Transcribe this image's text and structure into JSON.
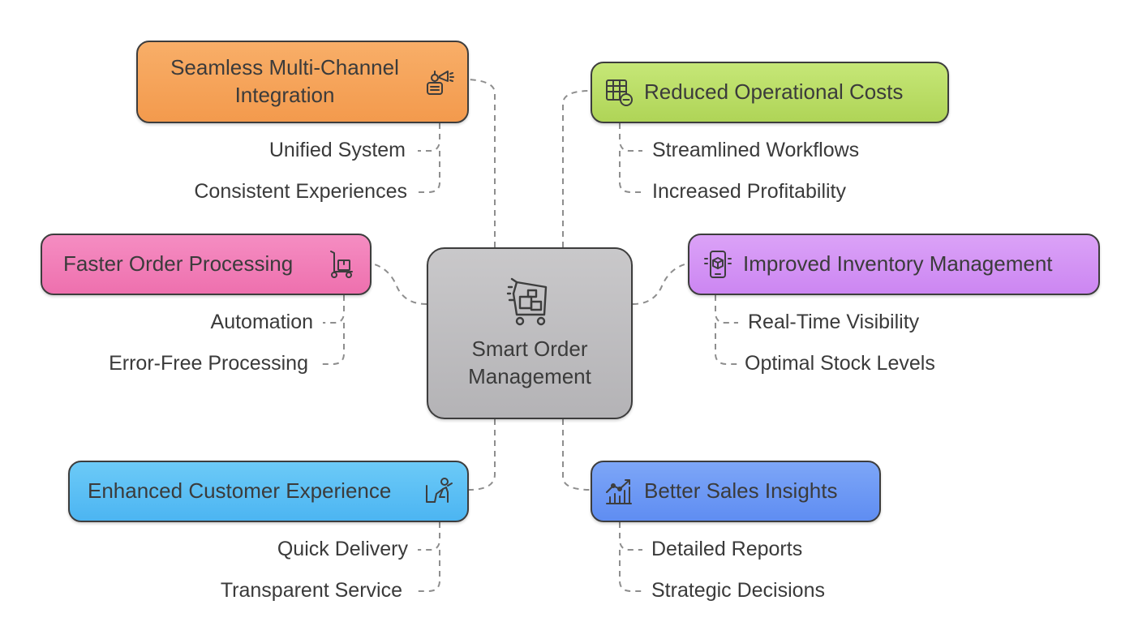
{
  "center": {
    "label_line1": "Smart Order",
    "label_line2": "Management",
    "icon": "shopping-cart-icon"
  },
  "branches": {
    "multichannel": {
      "label_line1": "Seamless Multi-Channel",
      "label_line2": "Integration",
      "icon": "robot-megaphone-icon",
      "color": "#f5a25a",
      "items": [
        "Unified System",
        "Consistent Experiences"
      ]
    },
    "costs": {
      "label": "Reduced Operational Costs",
      "icon": "table-minus-icon",
      "color": "#bde06a",
      "items": [
        "Streamlined Workflows",
        "Increased Profitability"
      ]
    },
    "processing": {
      "label": "Faster Order Processing",
      "icon": "hand-truck-icon",
      "color": "#f27fb8",
      "items": [
        "Automation",
        "Error-Free Processing"
      ]
    },
    "inventory": {
      "label": "Improved Inventory Management",
      "icon": "phone-box-icon",
      "color": "#d494f5",
      "items": [
        "Real-Time Visibility",
        "Optimal Stock Levels"
      ]
    },
    "customer": {
      "label": "Enhanced Customer Experience",
      "icon": "person-desk-icon",
      "color": "#5ec0f5",
      "items": [
        "Quick Delivery",
        "Transparent Service"
      ]
    },
    "sales": {
      "label": "Better Sales Insights",
      "icon": "chart-growth-icon",
      "color": "#6f9af5",
      "items": [
        "Detailed Reports",
        "Strategic Decisions"
      ]
    }
  }
}
